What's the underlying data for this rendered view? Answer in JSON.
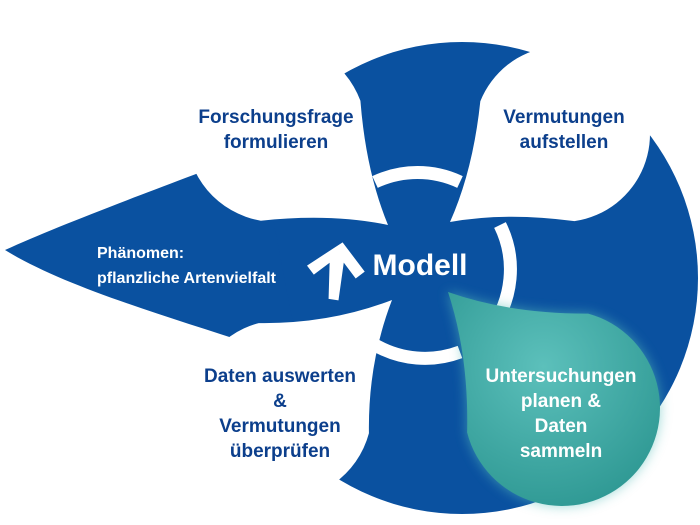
{
  "center": {
    "label": "Modell"
  },
  "phenomenon": {
    "lines": [
      "Phänomen:",
      "pflanzliche Artenvielfalt"
    ]
  },
  "steps": [
    {
      "id": "research-question",
      "lines": [
        "Forschungsfrage",
        "formulieren"
      ]
    },
    {
      "id": "hypotheses",
      "lines": [
        "Vermutungen",
        "aufstellen"
      ]
    },
    {
      "id": "plan-collect",
      "lines": [
        "Untersuchungen",
        "planen &",
        "Daten",
        "sammeln"
      ],
      "highlighted": true
    },
    {
      "id": "evaluate",
      "lines": [
        "Daten auswerten",
        "&",
        "Vermutungen",
        "überprüfen"
      ]
    }
  ],
  "colors": {
    "blue": "#0a51a0",
    "text_blue": "#0c3f8c",
    "teal": "#3aa5a0",
    "teal_light": "#5cc0bb",
    "white": "#ffffff"
  }
}
